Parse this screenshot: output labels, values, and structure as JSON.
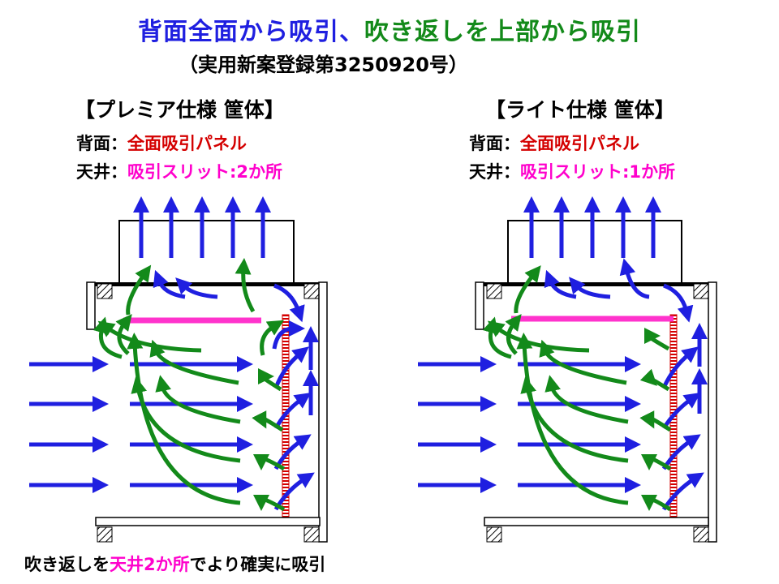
{
  "title": {
    "part1": "背面全面から吸引、",
    "part2": "吹き返しを上部から吸引"
  },
  "subtitle": "（実用新案登録第3250920号）",
  "panels": [
    {
      "heading": "【プレミア仕様 筐体】",
      "back_label": "背面：",
      "back_value": "全面吸引パネル",
      "ceiling_label": "天井：",
      "ceiling_value": "吸引スリット:2か所"
    },
    {
      "heading": "【ライト仕様 筐体】",
      "back_label": "背面：",
      "back_value": "全面吸引パネル",
      "ceiling_label": "天井：",
      "ceiling_value": "吸引スリット:1か所"
    }
  ],
  "footnote": {
    "part1": "吹き返しを",
    "part2": "天井2か所",
    "part3": "でより確実に吸引"
  },
  "colors": {
    "blue": "#1f1fe0",
    "green": "#138a1a",
    "magenta": "#ff33cc",
    "red": "#d40000"
  }
}
